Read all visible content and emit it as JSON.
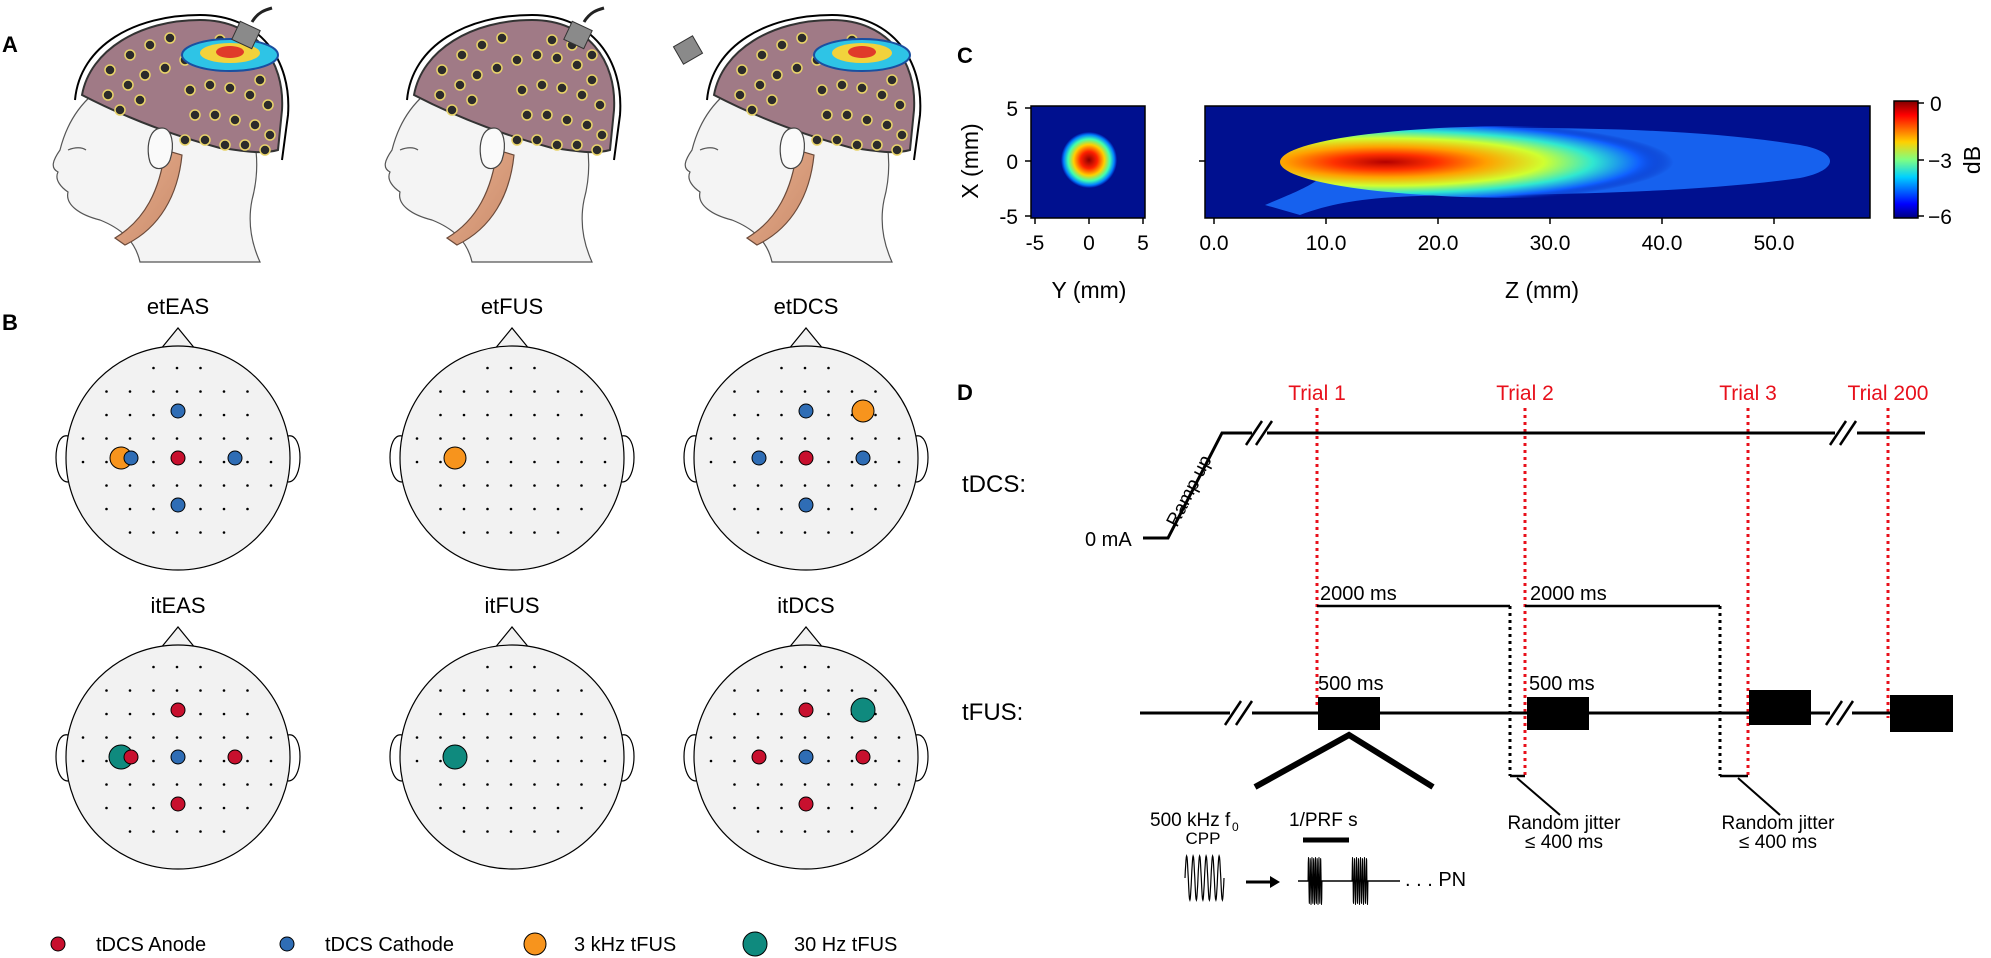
{
  "panels": {
    "a": "A",
    "b": "B",
    "c": "C",
    "d": "D"
  },
  "topomaps": [
    {
      "title": "etEAS"
    },
    {
      "title": "etFUS"
    },
    {
      "title": "etDCS"
    },
    {
      "title": "itEAS"
    },
    {
      "title": "itFUS"
    },
    {
      "title": "itDCS"
    }
  ],
  "legend": {
    "anode": "tDCS Anode",
    "cathode": "tDCS Cathode",
    "khz": "3 kHz tFUS",
    "hz": "30 Hz tFUS"
  },
  "colors": {
    "anode": "#c8102e",
    "cathode": "#2f6db5",
    "khz": "#f7941d",
    "hz": "#0f8a7e",
    "trial": "#e8101b"
  },
  "beam": {
    "ylabel_left": "X (mm)",
    "xlabel_left": "Y (mm)",
    "xlabel_right": "Z (mm)",
    "colorbar_label": "dB",
    "y_ticks": [
      "5",
      "0",
      "-5"
    ],
    "x_ticks_left": [
      "-5",
      "0",
      "5"
    ],
    "x_ticks_right": [
      "0.0",
      "10.0",
      "20.0",
      "30.0",
      "40.0",
      "50.0"
    ],
    "cbar_ticks": [
      "0",
      "−3",
      "−6"
    ]
  },
  "timing": {
    "trials": [
      "Trial 1",
      "Trial 2",
      "Trial 3",
      "Trial 200"
    ],
    "tdcs_label": "tDCS:",
    "tfus_label": "tFUS:",
    "ramp": "Ramp up",
    "zero_ma": "0 mA",
    "isi_1": "2000 ms",
    "isi_2": "2000 ms",
    "dur_1": "500 ms",
    "dur_2": "500 ms",
    "jitter_1a": "Random jitter",
    "jitter_1b": "≤ 400 ms",
    "jitter_2a": "Random jitter",
    "jitter_2b": "≤ 400 ms",
    "f0_a": "500 kHz f",
    "f0_sub": "0",
    "cpp": "CPP",
    "prf": "1/PRF  s",
    "pn": ". . . PN"
  }
}
